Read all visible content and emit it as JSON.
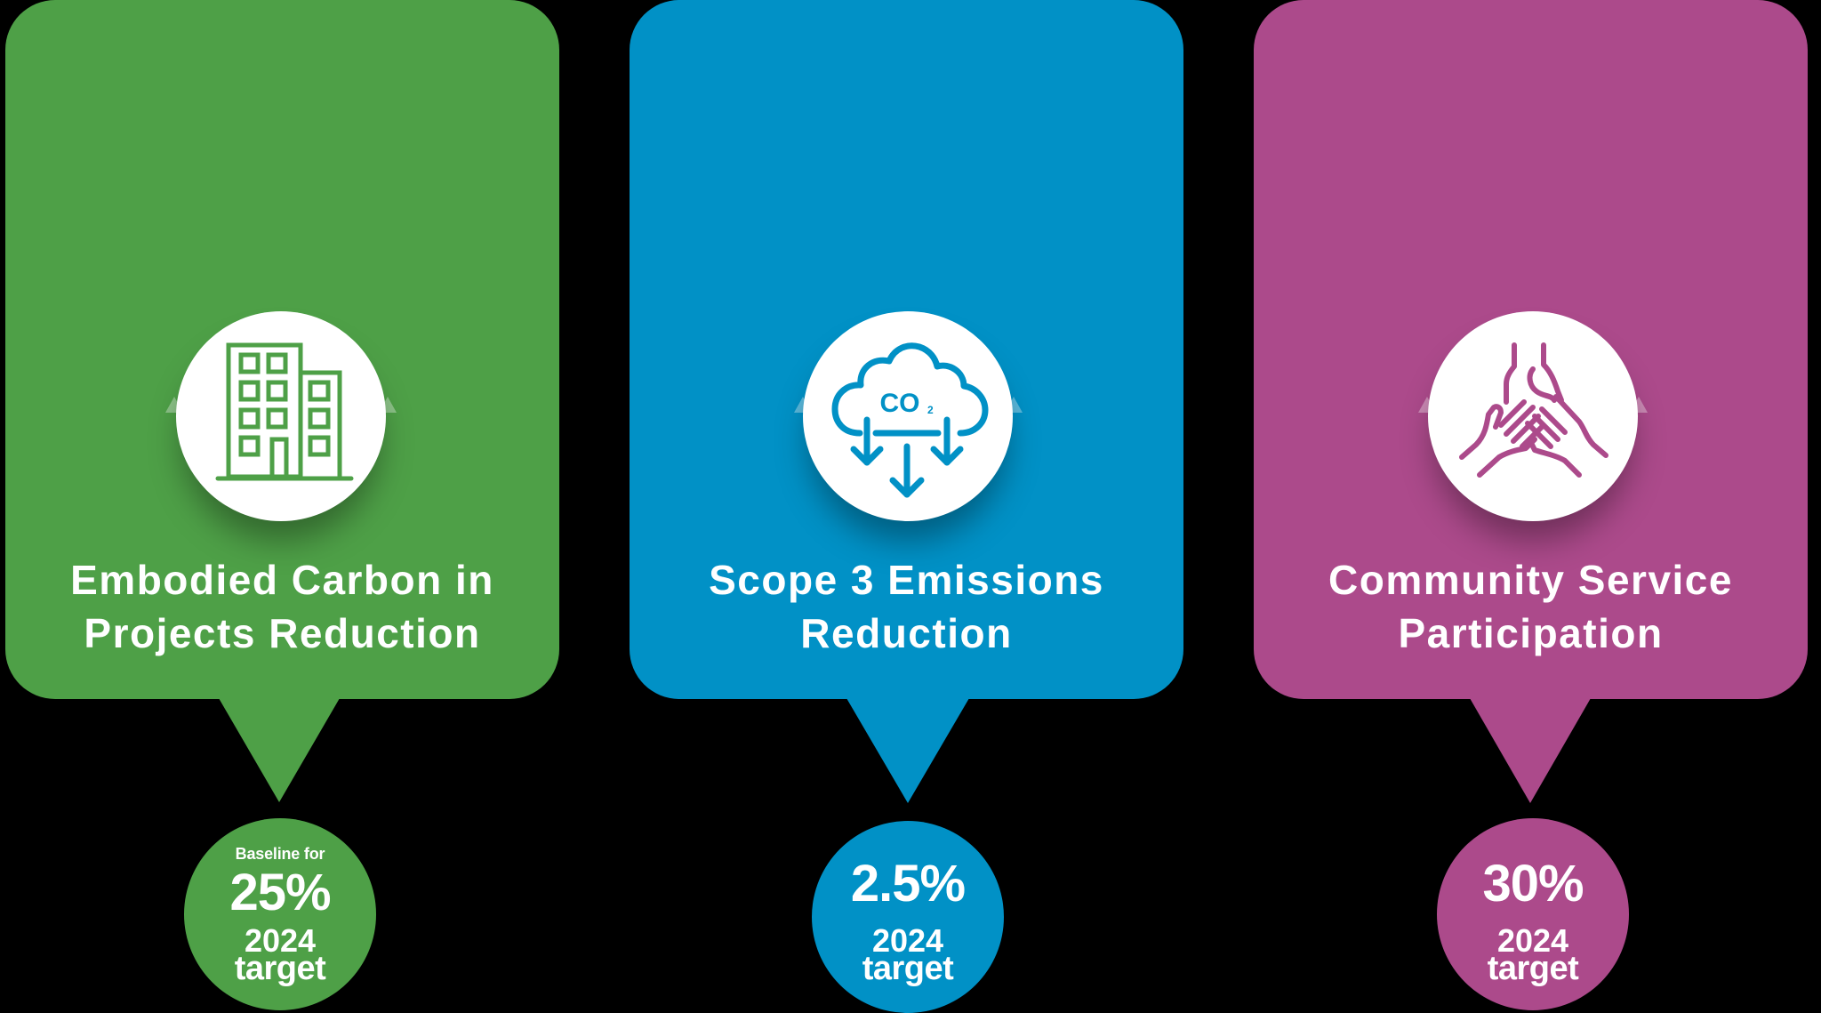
{
  "colors": {
    "background": "#000000",
    "green": "#4EA047",
    "blue": "#0191C6",
    "purple": "#AC4A8B",
    "icon_bg": "#FFFFFF",
    "text": "#FFFFFF"
  },
  "cards": [
    {
      "id": "embodied-carbon",
      "icon": "building-icon",
      "title_lines": [
        "Embodied Carbon in",
        "Projects Reduction"
      ],
      "badge": {
        "prefix": "Baseline for",
        "value": "25%",
        "year": "2024",
        "label": "target"
      }
    },
    {
      "id": "scope3",
      "icon": "co2-cloud-down-arrows-icon",
      "icon_text": "CO",
      "icon_subscript": "2",
      "title_lines": [
        "Scope 3 Emissions",
        "Reduction"
      ],
      "badge": {
        "value": "2.5%",
        "year": "2024",
        "label": "target"
      }
    },
    {
      "id": "community",
      "icon": "joined-hands-icon",
      "title_lines": [
        "Community Service",
        "Participation"
      ],
      "badge": {
        "value": "30%",
        "year": "2024",
        "label": "target"
      }
    }
  ]
}
